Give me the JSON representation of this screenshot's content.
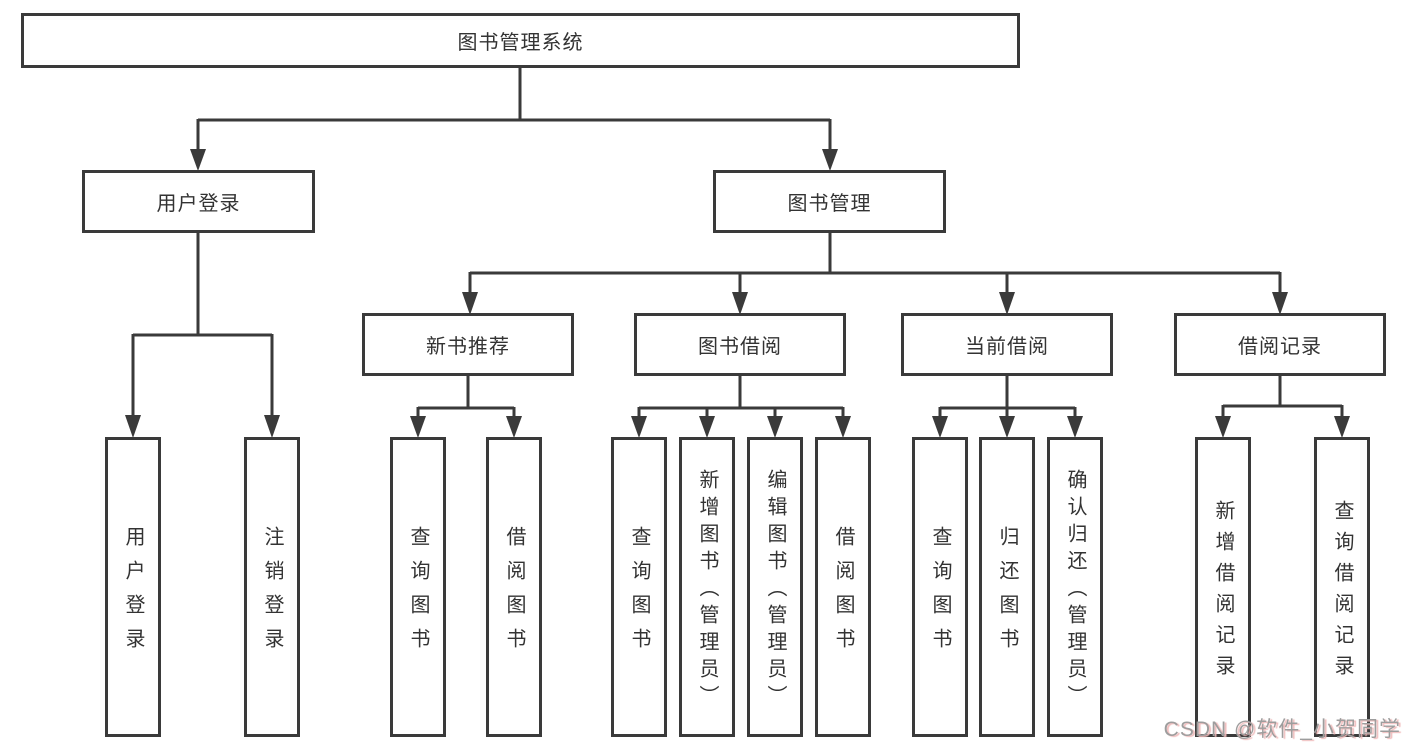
{
  "tree": {
    "root": {
      "label": "图书管理系统"
    },
    "branches": [
      {
        "label": "用户登录",
        "children": [
          "用户登录",
          "注销登录"
        ]
      },
      {
        "label": "图书管理",
        "groups": [
          {
            "label": "新书推荐",
            "children": [
              "查询图书",
              "借阅图书"
            ]
          },
          {
            "label": "图书借阅",
            "children": [
              "查询图书",
              "新增图书（管理员）",
              "编辑图书（管理员）",
              "借阅图书"
            ]
          },
          {
            "label": "当前借阅",
            "children": [
              "查询图书",
              "归还图书",
              "确认归还（管理员）"
            ]
          },
          {
            "label": "借阅记录",
            "children": [
              "新增借阅记录",
              "查询借阅记录"
            ]
          }
        ]
      }
    ]
  },
  "watermark": {
    "text": "CSDN @软件_小贺同学"
  },
  "colors": {
    "line": "#3a3a3a",
    "text": "#333333",
    "bg": "#ffffff",
    "watermark": "#9d9d9d",
    "watermark_shadow": "#efb9b9"
  }
}
